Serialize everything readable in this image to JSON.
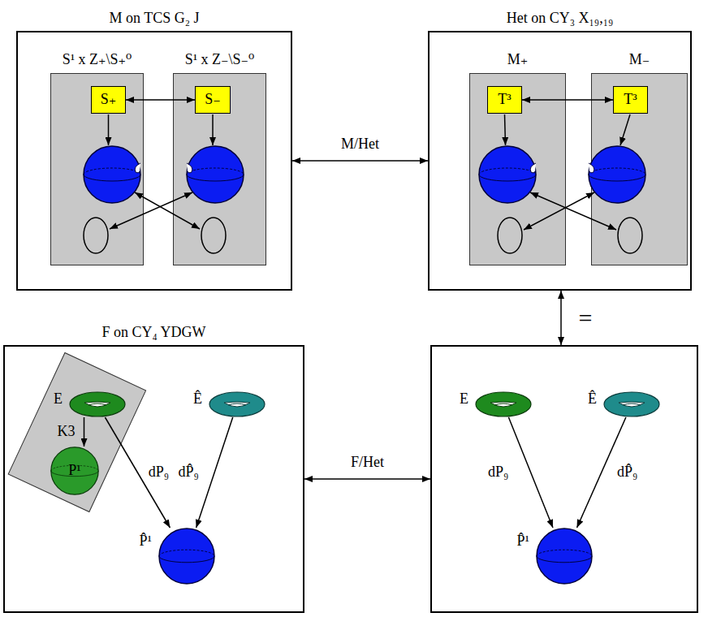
{
  "diagram": {
    "nodes": [
      {
        "text": [
          "M on TCS G₂ J"
        ]
      },
      {
        "text": [
          "S¹ x Z₊\\S₊⁰"
        ],
        "in": 0
      },
      {
        "text": [
          "S₊"
        ],
        "in": 1
      },
      {
        "text": [
          "S¹ x Z₋\\S₋⁰"
        ],
        "in": 0
      },
      {
        "text": [
          "S₋"
        ],
        "in": 3
      },
      {
        "text": [
          "Het on CY₃ X₁₉,₁₉"
        ]
      },
      {
        "text": [
          "M₊"
        ],
        "in": 5
      },
      {
        "text": [
          "T³"
        ],
        "in": 6
      },
      {
        "text": [
          "M₋"
        ],
        "in": 5
      },
      {
        "text": [
          "T³"
        ],
        "in": 8
      },
      {
        "text": [
          "F on CY₄ YDGW"
        ]
      },
      {
        "text": [
          "E"
        ],
        "in": 10
      },
      {
        "text": [
          "P¹"
        ],
        "in": 10
      },
      {
        "text": [
          "Ê"
        ],
        "in": 10
      },
      {
        "text": [
          "P̂¹"
        ],
        "in": 10
      },
      {
        "text": []
      },
      {
        "text": [
          "E"
        ],
        "in": 15
      },
      {
        "text": [
          "Ê"
        ],
        "in": 15
      },
      {
        "text": [
          "P̂¹"
        ],
        "in": 15
      }
    ],
    "edges": [
      {
        "from": 2,
        "to": 4,
        "arrow": "both"
      },
      {
        "from": 7,
        "to": 9,
        "arrow": "both"
      },
      {
        "from": 0,
        "to": 5,
        "label": "M/Het",
        "arrow": "both"
      },
      {
        "from": 5,
        "to": 15,
        "label": "=",
        "arrow": "both"
      },
      {
        "from": 10,
        "to": 15,
        "label": "F/Het",
        "arrow": "both"
      },
      {
        "from": 11,
        "to": 12,
        "label": "K3",
        "arrow": "to"
      },
      {
        "from": 11,
        "to": 14,
        "label": "dP₉",
        "arrow": "to"
      },
      {
        "from": 13,
        "to": 14,
        "label": "dP̂₉",
        "arrow": "to"
      },
      {
        "from": 16,
        "to": 18,
        "label": "dP₉",
        "arrow": "to"
      },
      {
        "from": 17,
        "to": 18,
        "label": "dP̂₉",
        "arrow": "to"
      }
    ]
  }
}
